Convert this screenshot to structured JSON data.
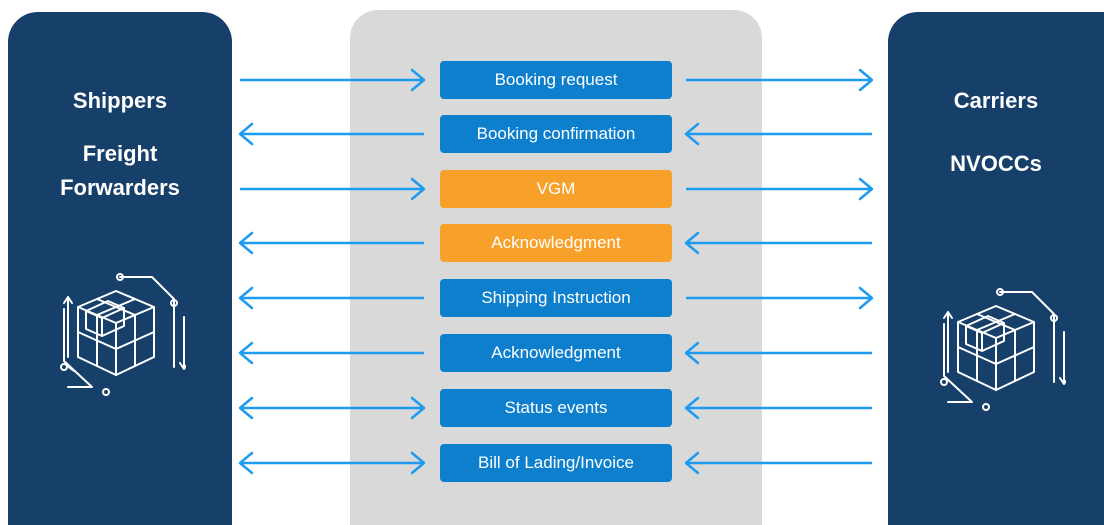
{
  "left_panel": {
    "labels": [
      "Shippers",
      "Freight",
      "Forwarders"
    ],
    "icon": "package-cube-icon"
  },
  "right_panel": {
    "labels": [
      "Carriers",
      "NVOCCs"
    ],
    "icon": "package-cube-icon"
  },
  "messages": [
    {
      "label": "Booking request",
      "color": "blue",
      "left_arrow": "right",
      "right_arrow": "right"
    },
    {
      "label": "Booking confirmation",
      "color": "blue",
      "left_arrow": "left",
      "right_arrow": "left"
    },
    {
      "label": "VGM",
      "color": "orange",
      "left_arrow": "right",
      "right_arrow": "right"
    },
    {
      "label": "Acknowledgment",
      "color": "orange",
      "left_arrow": "left",
      "right_arrow": "left"
    },
    {
      "label": "Shipping Instruction",
      "color": "blue",
      "left_arrow": "left",
      "right_arrow": "right"
    },
    {
      "label": "Acknowledgment",
      "color": "blue",
      "left_arrow": "left",
      "right_arrow": "left"
    },
    {
      "label": "Status events",
      "color": "blue",
      "left_arrow": "both",
      "right_arrow": "left"
    },
    {
      "label": "Bill of Lading/Invoice",
      "color": "blue",
      "left_arrow": "both",
      "right_arrow": "left"
    }
  ],
  "colors": {
    "panel_navy": "#163f69",
    "center_gray": "#d9d9d9",
    "box_blue": "#0d7fcc",
    "box_orange": "#f7a12a",
    "arrow_blue": "#1e9af0"
  }
}
